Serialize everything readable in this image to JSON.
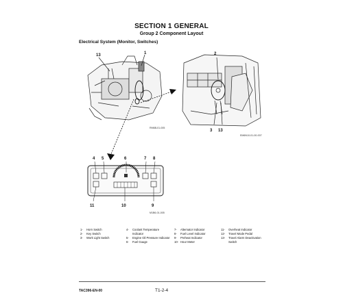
{
  "section": {
    "title": "SECTION 1 GENERAL",
    "subtitle": "Group 2 Component Layout"
  },
  "subheading": "Electrical System (Monitor, Switches)",
  "figures": {
    "engine": {
      "code": "RM6B-01-005",
      "callouts": [
        "13",
        "1"
      ]
    },
    "cab": {
      "code": "EM6N10-01-00-007",
      "callouts": [
        "2",
        "3",
        "13"
      ]
    },
    "monitor": {
      "code": "M1B6-01-005",
      "callouts": [
        "4",
        "5",
        "6",
        "7",
        "8",
        "11",
        "10",
        "9"
      ]
    }
  },
  "legend": {
    "col1": [
      {
        "n": "1-",
        "t": "Horn Switch"
      },
      {
        "n": "2-",
        "t": "Key Switch"
      },
      {
        "n": "3-",
        "t": "Work Light Switch"
      }
    ],
    "col2": [
      {
        "n": "4-",
        "t": "Coolant Temperature"
      },
      {
        "n": "",
        "t": "Indicator"
      },
      {
        "n": "5-",
        "t": "Engine Oil Pressure Indicator"
      },
      {
        "n": "6-",
        "t": "Fuel Gauge"
      }
    ],
    "col3": [
      {
        "n": "7-",
        "t": "Alternator Indicator"
      },
      {
        "n": "8-",
        "t": "Fuel Level Indicator"
      },
      {
        "n": "9-",
        "t": "Preheat Indicator"
      },
      {
        "n": "10-",
        "t": "Hour Meter"
      }
    ],
    "col4": [
      {
        "n": "11-",
        "t": "Overheat Indicator"
      },
      {
        "n": "12-",
        "t": "Travel Mode Pedal"
      },
      {
        "n": "13-",
        "t": "Travel Alarm Deactivation"
      },
      {
        "n": "",
        "t": "Switch"
      }
    ]
  },
  "footer": {
    "doc_code": "TAC396-EN-00",
    "page": "T1-2-4"
  }
}
